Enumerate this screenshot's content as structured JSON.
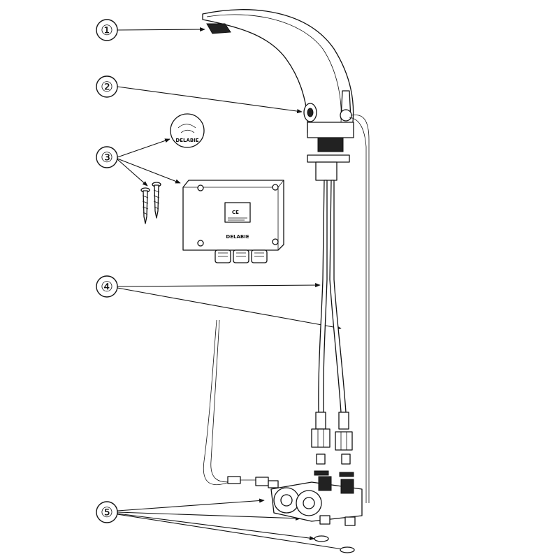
{
  "callouts": [
    {
      "id": "1",
      "label": "①"
    },
    {
      "id": "2",
      "label": "②"
    },
    {
      "id": "3",
      "label": "③"
    },
    {
      "id": "4",
      "label": "④"
    },
    {
      "id": "5",
      "label": "⑤"
    }
  ],
  "brand": "DELABIE",
  "box_marking": "CE",
  "colors": {
    "line": "#111111",
    "background": "#ffffff"
  }
}
